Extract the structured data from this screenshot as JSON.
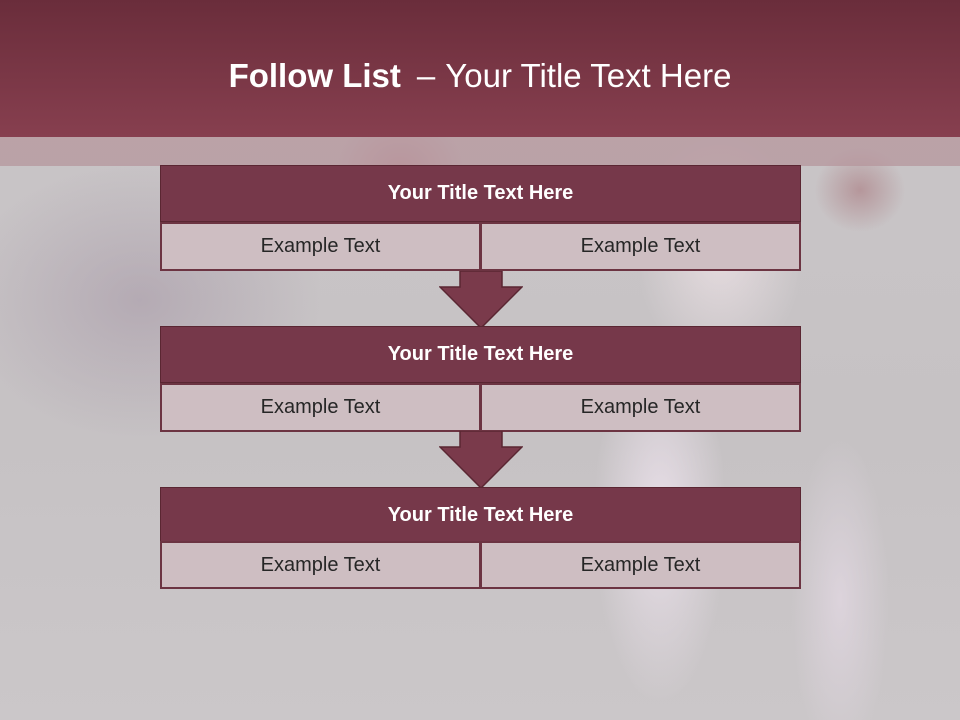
{
  "slide": {
    "title_bold": "Follow List",
    "title_separator": "–",
    "title_rest": "Your Title Text Here"
  },
  "steps": [
    {
      "title": "Your Title Text Here",
      "left": "Example Text",
      "right": "Example Text"
    },
    {
      "title": "Your Title Text Here",
      "left": "Example Text",
      "right": "Example Text"
    },
    {
      "title": "Your Title Text Here",
      "left": "Example Text",
      "right": "Example Text"
    }
  ],
  "colors": {
    "header": "#873f4f",
    "box_title": "#76384a",
    "cell": "#cebec2",
    "arrow": "#7a3a4b"
  },
  "icons": [
    "down-arrow-icon",
    "down-arrow-icon"
  ]
}
